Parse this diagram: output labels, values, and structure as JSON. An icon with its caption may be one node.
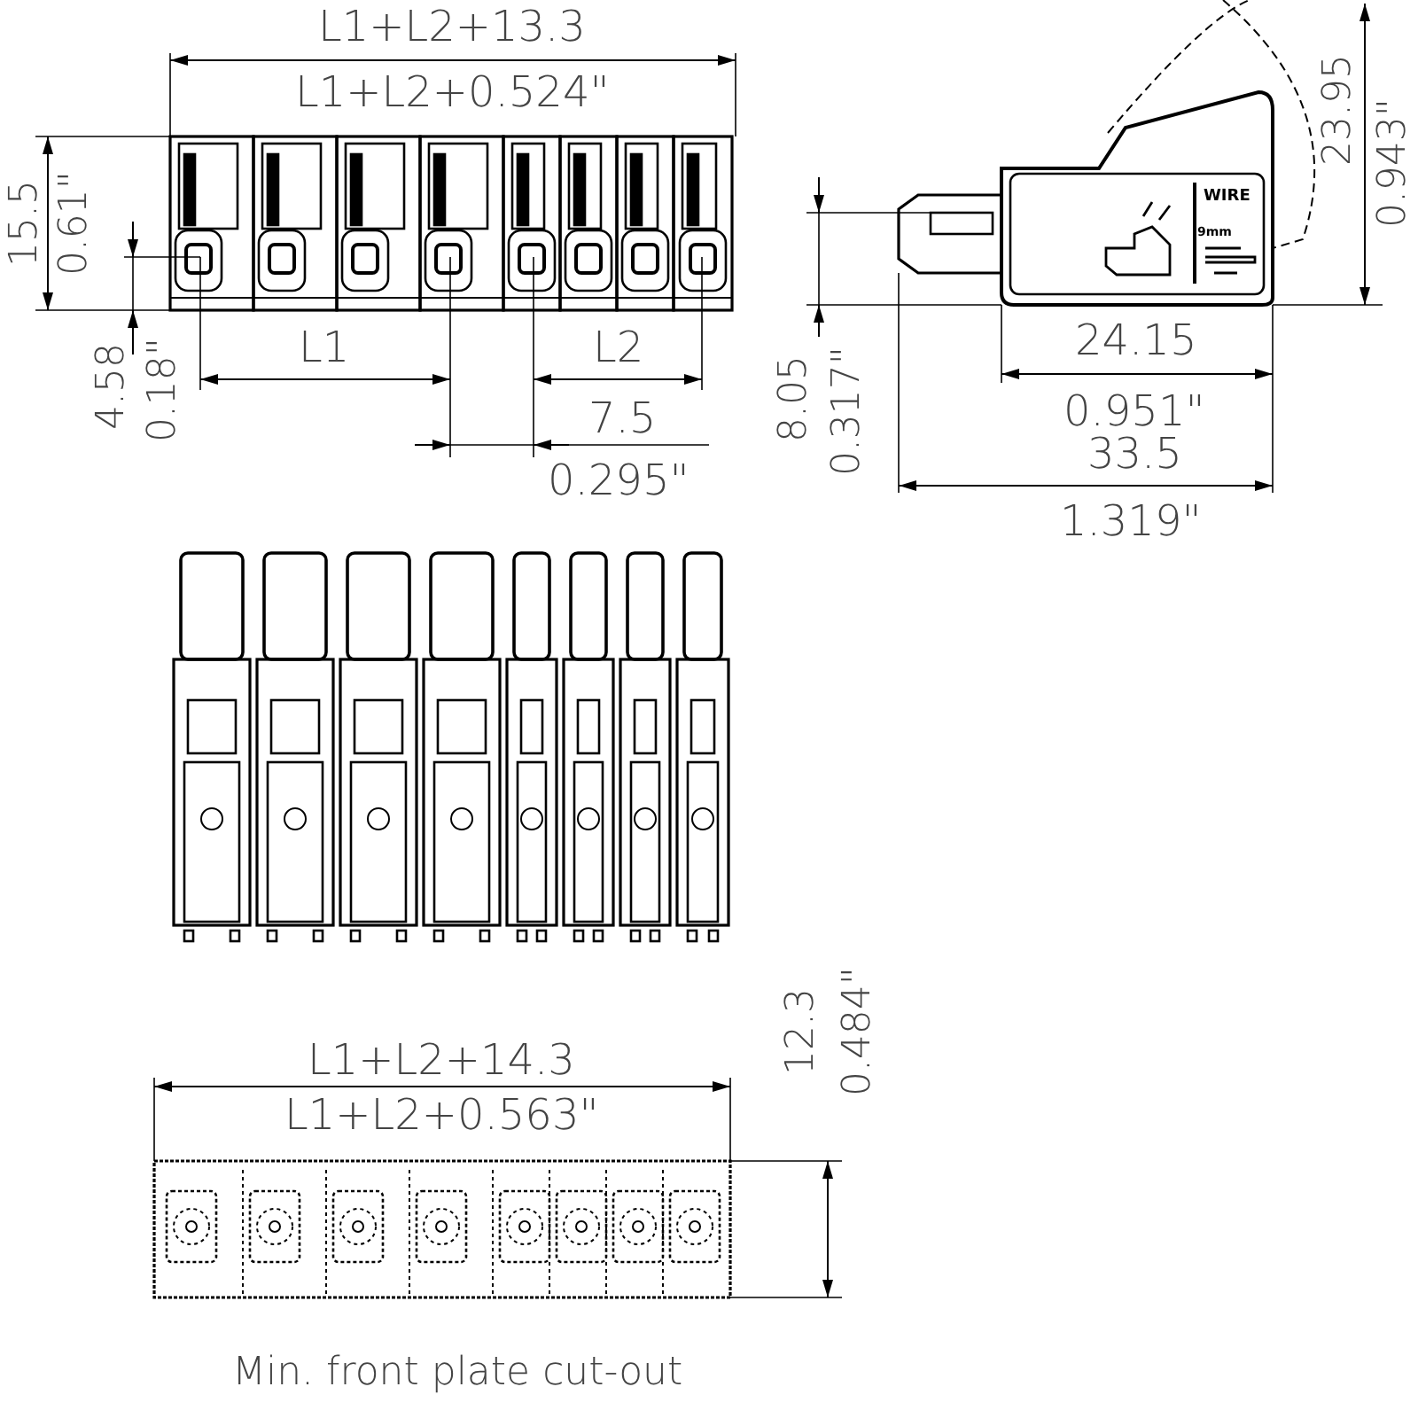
{
  "diagram": {
    "caption": "Min. front plate cut-out",
    "labels": [
      "L1+L2+13.3",
      "L1+L2+0.524\"",
      "15.5",
      "0.61\"",
      "4.58",
      "0.18\"",
      "L1",
      "L2",
      "7.5",
      "0.295\"",
      "23.95",
      "0.943\"",
      "WIRE",
      "9mm",
      "8.05",
      "0.317\"",
      "24.15",
      "0.951\"",
      "33.5",
      "1.319\"",
      "L1+L2+14.3",
      "L1+L2+0.563\"",
      "12.3",
      "0.484\""
    ]
  }
}
